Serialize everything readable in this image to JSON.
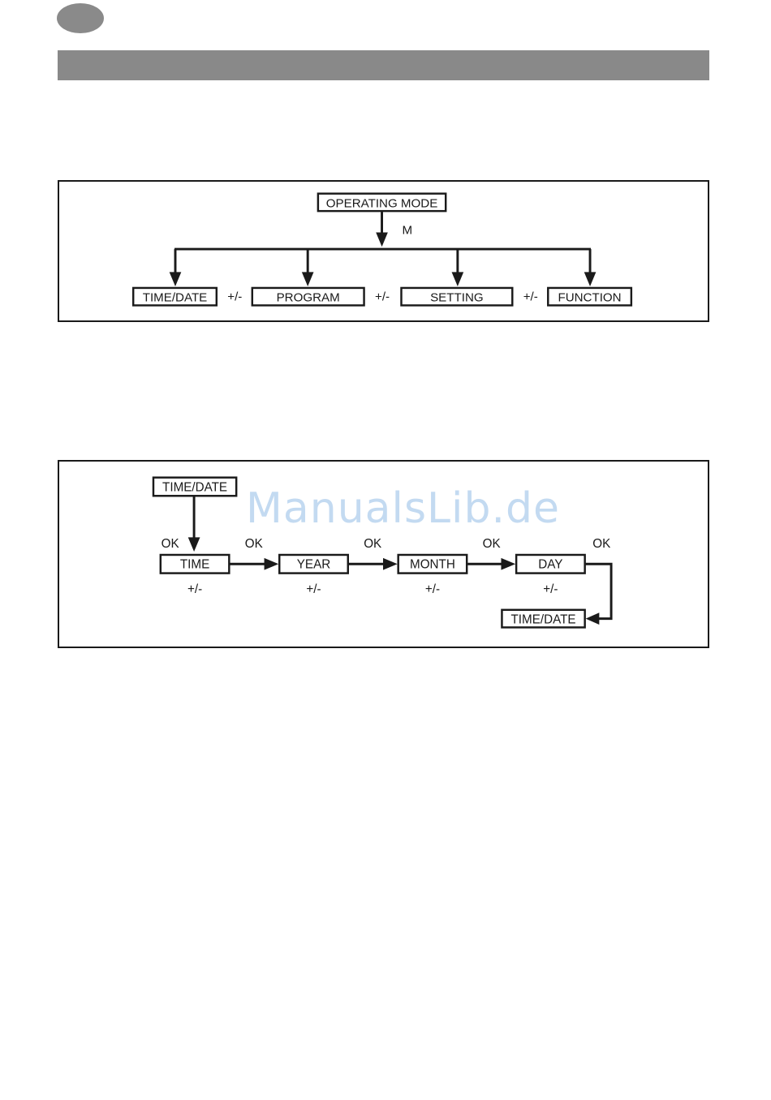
{
  "watermark": "ManualsLib.de",
  "diagram1": {
    "top": "OPERATING MODE",
    "edge": "M",
    "items": [
      "TIME/DATE",
      "PROGRAM",
      "SETTING",
      "FUNCTION"
    ],
    "separator": "+/-"
  },
  "diagram2": {
    "start": "TIME/DATE",
    "steps": [
      "TIME",
      "YEAR",
      "MONTH",
      "DAY"
    ],
    "end": "TIME/DATE",
    "ok_label": "OK",
    "adjust_label": "+/-"
  }
}
